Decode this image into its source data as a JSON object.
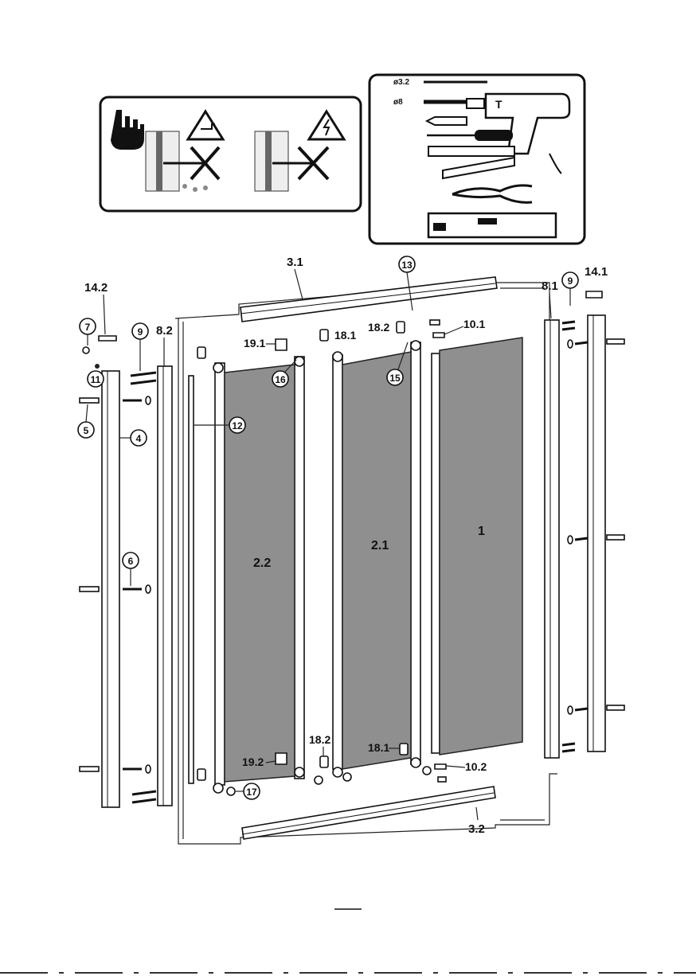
{
  "tools_box": {
    "drill_bits": [
      "ø3.2",
      "ø8"
    ],
    "drill_brand_letter": "T"
  },
  "warning_box": {
    "warn_icon": "hand-pointing-icon",
    "hazards": [
      "water-pipe-icon",
      "electric-hazard-icon"
    ]
  },
  "part_labels": {
    "p1": "1",
    "p2_1": "2.1",
    "p2_2": "2.2",
    "p3_1": "3.1",
    "p3_2": "3.2",
    "p4": "4",
    "p5": "5",
    "p6": "6",
    "p7": "7",
    "p8_1": "8.1",
    "p8_2": "8.2",
    "p9a": "9",
    "p9b": "9",
    "p10_1": "10.1",
    "p10_2": "10.2",
    "p11": "11",
    "p12": "12",
    "p13": "13",
    "p14_1": "14.1",
    "p14_2": "14.2",
    "p15": "15",
    "p16": "16",
    "p17": "17",
    "p18_1a": "18.1",
    "p18_1b": "18.1",
    "p18_2a": "18.2",
    "p18_2b": "18.2",
    "p19_1": "19.1",
    "p19_2": "19.2"
  },
  "colors": {
    "glass": "#8f8f8f",
    "line": "#111111",
    "background": "#ffffff"
  }
}
